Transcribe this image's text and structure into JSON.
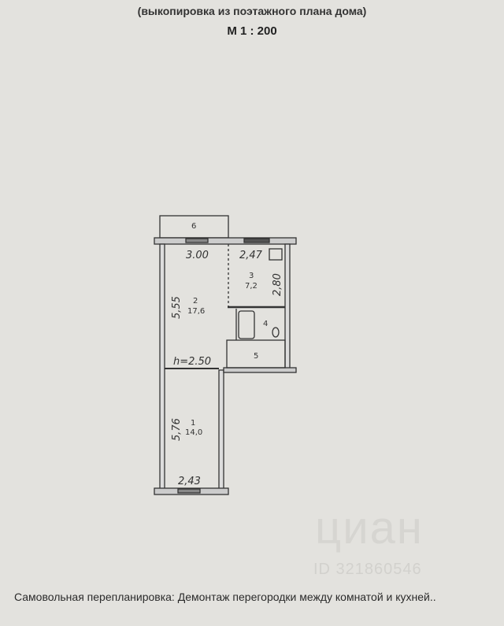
{
  "header": {
    "subtitle": "(выкопировка из поэтажного плана дома)",
    "scale": "М 1 : 200"
  },
  "plan": {
    "rooms": [
      {
        "number": "1",
        "area": "14,0"
      },
      {
        "number": "2",
        "area": "17,6"
      },
      {
        "number": "3",
        "area": "7,2"
      },
      {
        "number": "4"
      },
      {
        "number": "5"
      },
      {
        "number": "6"
      }
    ],
    "dimensions": {
      "room2_width": "3.00",
      "room3_width": "2,47",
      "room3_depth": "2,80",
      "room2_depth": "5,55",
      "room1_depth": "5,76",
      "room1_width": "2,43",
      "ceiling_height": "h=2.50"
    }
  },
  "footer": {
    "note": "Самовольная перепланировка: Демонтаж перегородки между комнатой и кухней.."
  },
  "watermark": {
    "brand": "циан",
    "id": "ID 321860546"
  }
}
